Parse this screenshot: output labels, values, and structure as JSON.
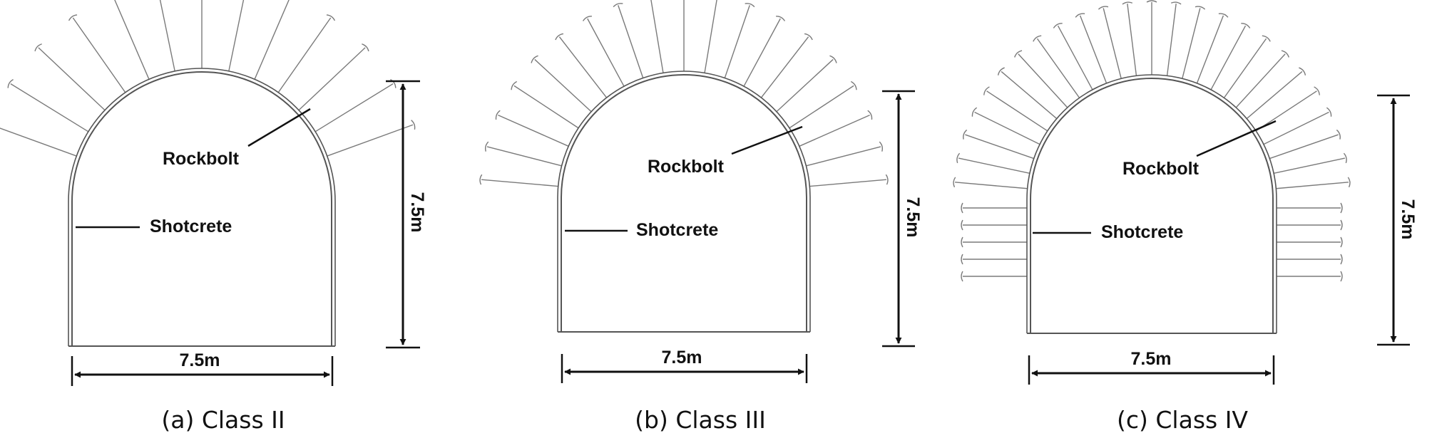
{
  "colors": {
    "ink": "#111111",
    "lining": "#555555",
    "bolt": "#7a7a7a",
    "background": "#ffffff"
  },
  "panels": [
    {
      "rockbolt_label": "Rockbolt",
      "shotcrete_label": "Shotcrete",
      "height_label": "7.5m",
      "width_label": "7.5m",
      "caption": "(a) Class  II",
      "crown_bolts": 13,
      "wall_bolts": 0
    },
    {
      "rockbolt_label": "Rockbolt",
      "shotcrete_label": "Shotcrete",
      "height_label": "7.5m",
      "width_label": "7.5m",
      "caption": "(b) Class  III",
      "crown_bolts": 19,
      "wall_bolts": 0
    },
    {
      "rockbolt_label": "Rockbolt",
      "shotcrete_label": "Shotcrete",
      "height_label": "7.5m",
      "width_label": "7.5m",
      "caption": "(c) Class  IV",
      "crown_bolts": 25,
      "wall_bolts": 5
    }
  ]
}
